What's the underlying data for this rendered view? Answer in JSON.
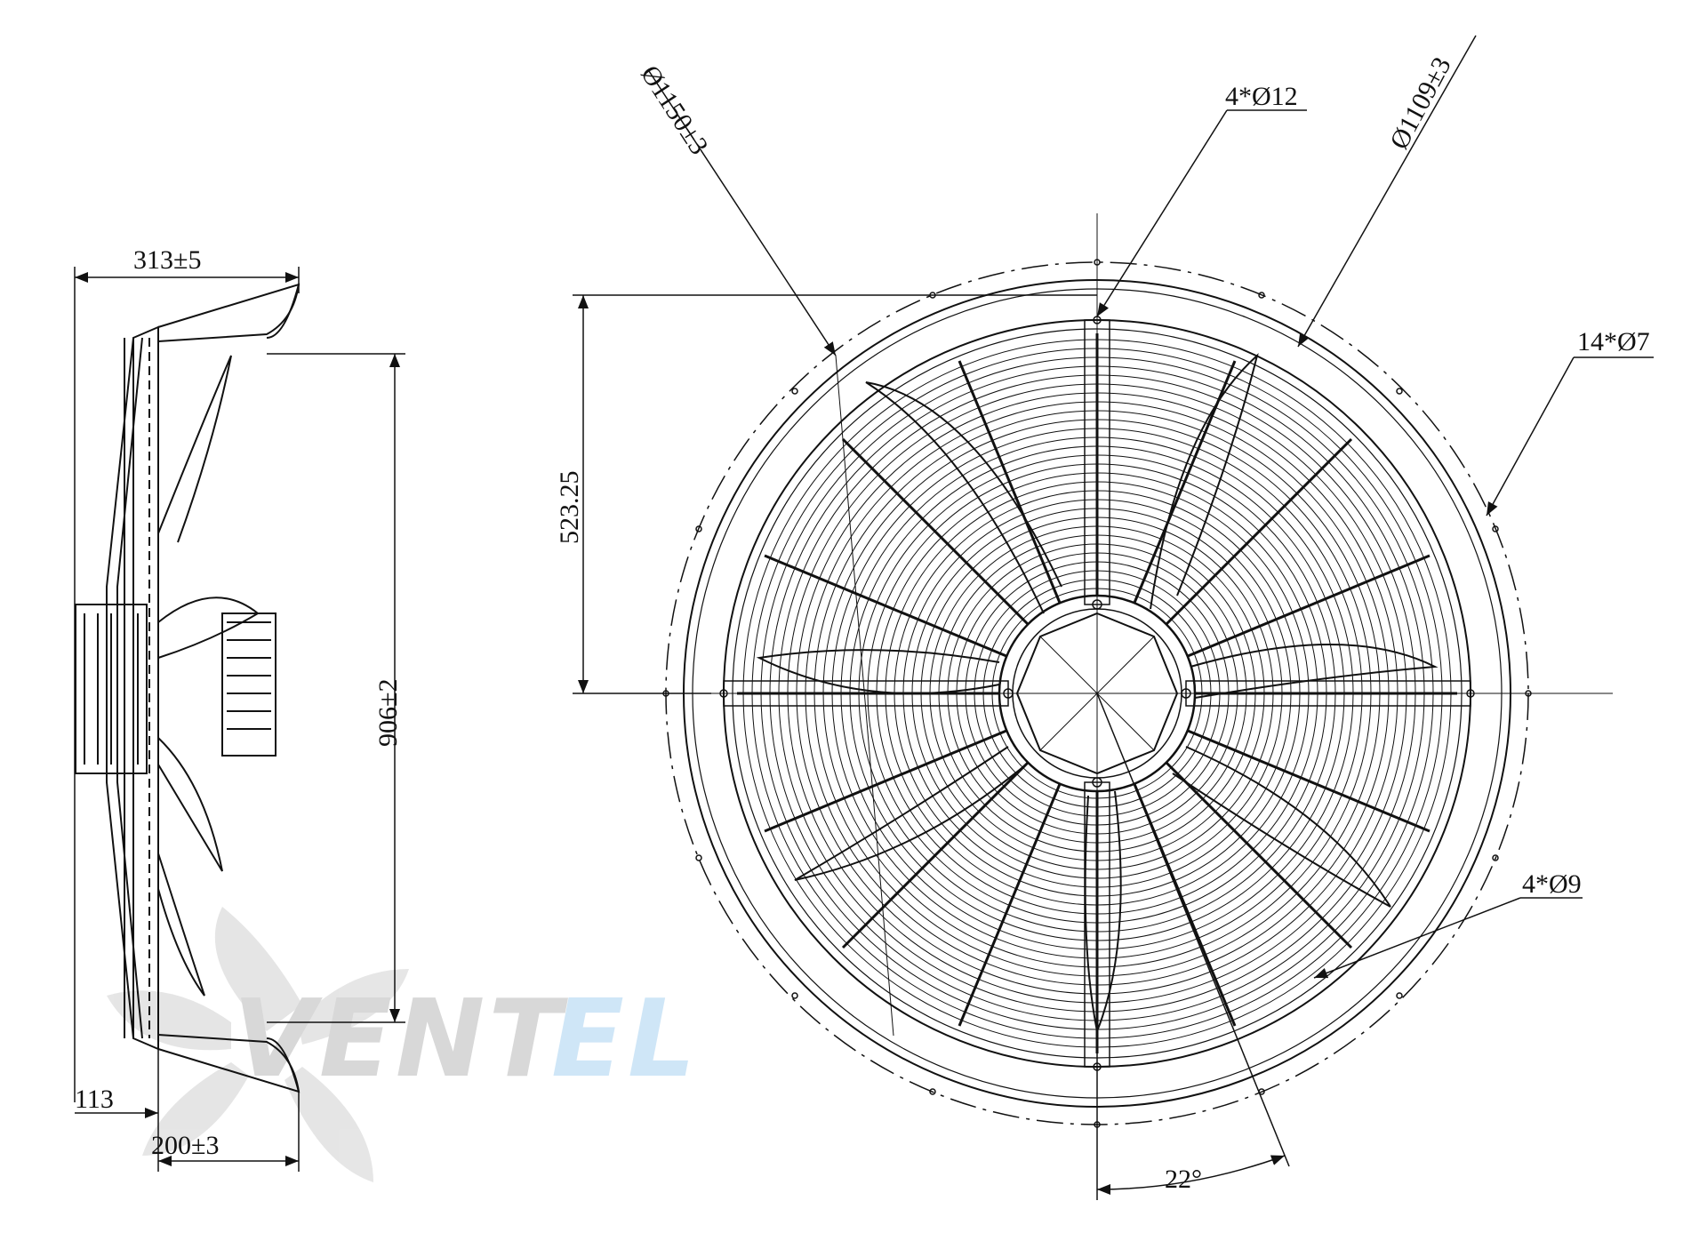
{
  "labels": {
    "side_width": "313±5",
    "side_height": "906±2",
    "side_offset": "113",
    "side_depth": "200±3",
    "outer_diameter": "Ø1150±3",
    "inner_diameter": "Ø1109±3",
    "top_holes": "4*Ø12",
    "ring_holes": "14*Ø7",
    "bottom_holes": "4*Ø9",
    "radius_dim": "523.25",
    "angle": "22°"
  },
  "watermark": {
    "part1": "VENT",
    "part2": "EL",
    "color1": "#d8d8d8",
    "color2": "#cfe6f7"
  },
  "colors": {
    "line": "#111111",
    "background": "#ffffff"
  }
}
